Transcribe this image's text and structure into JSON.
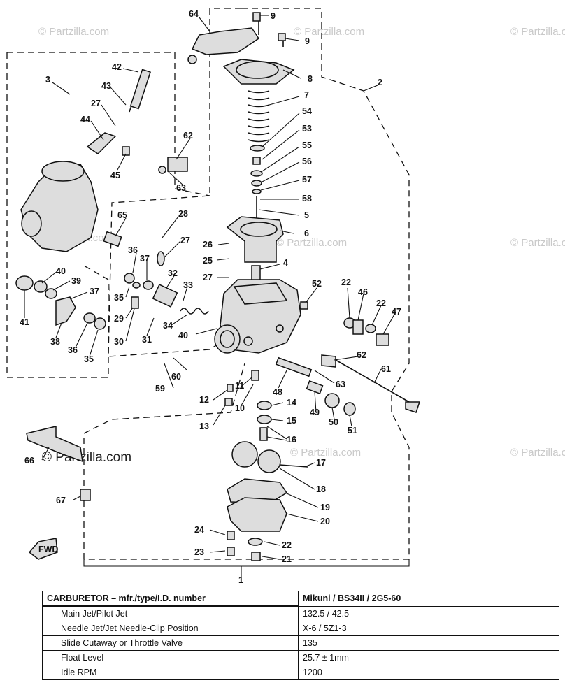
{
  "watermarks": [
    "© Partzilla.com",
    "© Partzilla.com",
    "© Partzilla.com",
    "© Partzilla.com",
    "© Partzilla.com",
    "© Partzilla.com",
    "© Partzilla.com",
    "© Partzilla.com",
    "© Partzilla.com",
    "© Partzilla.com"
  ],
  "watermark_center": "© Partzilla.com",
  "fwd_label": "FWD",
  "callouts": [
    "64",
    "9",
    "9",
    "8",
    "7",
    "54",
    "53",
    "55",
    "56",
    "57",
    "58",
    "5",
    "6",
    "4",
    "2",
    "3",
    "42",
    "43",
    "27",
    "44",
    "45",
    "62",
    "63",
    "65",
    "28",
    "27",
    "26",
    "25",
    "27",
    "36",
    "37",
    "32",
    "33",
    "35",
    "29",
    "30",
    "31",
    "34",
    "40",
    "40",
    "39",
    "37",
    "41",
    "38",
    "36",
    "35",
    "52",
    "22",
    "46",
    "22",
    "47",
    "62",
    "61",
    "63",
    "49",
    "50",
    "51",
    "48",
    "11",
    "10",
    "12",
    "13",
    "14",
    "15",
    "16",
    "17",
    "18",
    "19",
    "20",
    "59",
    "60",
    "66",
    "67",
    "24",
    "23",
    "22",
    "21",
    "1"
  ],
  "spec_table": {
    "header": {
      "label": "CARBURETOR – mfr./type/I.D. number",
      "value": "Mikuni / BS34II / 2G5-60"
    },
    "rows": [
      {
        "label": "Main Jet/Pilot Jet",
        "value": "132.5 / 42.5"
      },
      {
        "label": "Needle Jet/Jet Needle-Clip Position",
        "value": "X-6 / 5Z1-3"
      },
      {
        "label": "Slide Cutaway or Throttle Valve",
        "value": "135"
      },
      {
        "label": "Float Level",
        "value": "25.7 ± 1mm"
      },
      {
        "label": "Idle RPM",
        "value": "1200"
      }
    ]
  }
}
